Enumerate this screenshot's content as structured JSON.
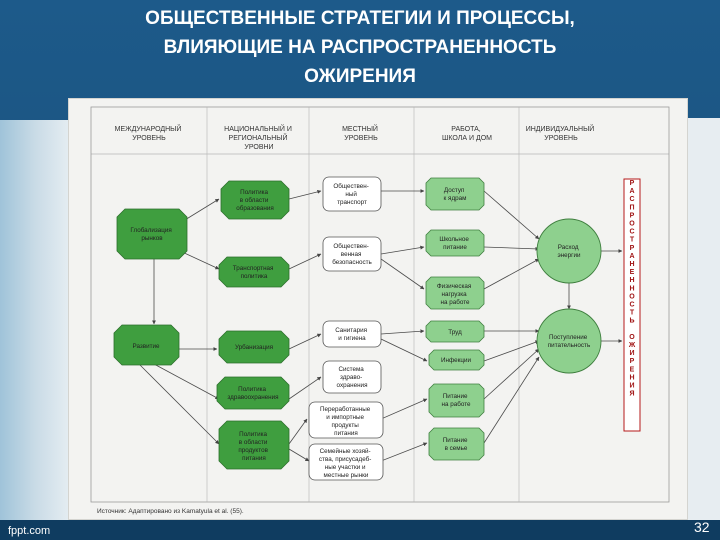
{
  "slide": {
    "title_lines": [
      "ОБЩЕСТВЕННЫЕ СТРАТЕГИИ И ПРОЦЕССЫ,",
      "ВЛИЯЮЩИЕ НА РАСПРОСТРАНЕННОСТЬ",
      "ОЖИРЕНИЯ"
    ],
    "footer_left": "fppt.com",
    "page_number": "32"
  },
  "colors": {
    "node_green": "#3f9e3f",
    "node_green_light": "#8ed08e",
    "node_white": "#ffffff",
    "outcome_red": "#b51a1a",
    "background": "#1b4f7c"
  },
  "diagram": {
    "levels": [
      [
        "МЕЖДУНАРОДНЫЙ",
        "УРОВЕНЬ"
      ],
      [
        "НАЦИОНАЛЬНЫЙ И",
        "РЕГИОНАЛЬНЫЙ",
        "УРОВНИ"
      ],
      [
        "МЕСТНЫЙ",
        "УРОВЕНЬ"
      ],
      [
        "РАБОТА,",
        "ШКОЛА И ДОМ"
      ],
      [
        "ИНДИВИДУАЛЬНЫЙ",
        "УРОВЕНЬ"
      ]
    ],
    "international": [
      [
        "Глобализация",
        "рынков"
      ],
      [
        "Развитие"
      ]
    ],
    "national": [
      [
        "Политика",
        "в области",
        "образования"
      ],
      [
        "Транспортная",
        "политика"
      ],
      [
        "Урбанизация"
      ],
      [
        "Политика",
        "здравоохранения"
      ],
      [
        "Политика",
        "в области",
        "продуктов",
        "питания"
      ]
    ],
    "local": [
      [
        "Обществен-",
        "ный",
        "транспорт"
      ],
      [
        "Обществен-",
        "венная",
        "безопасность"
      ],
      [
        "Санитария",
        "и гигиена"
      ],
      [
        "Система",
        "здраво-",
        "охранения"
      ],
      [
        "Переработанные",
        "и импортные",
        "продукты",
        "питания"
      ],
      [
        "Семейные хозяй-",
        "ства, присусадеб-",
        "ные участки и",
        "местные рынки"
      ]
    ],
    "work": [
      [
        "Доступ",
        "к ядрам"
      ],
      [
        "Школьное",
        "питание"
      ],
      [
        "Физическая",
        "нагрузка",
        "на работе"
      ],
      [
        "Труд"
      ],
      [
        "Инфекции"
      ],
      [
        "Питание",
        "на работе"
      ],
      [
        "Питание",
        "в семье"
      ]
    ],
    "individual": [
      [
        "Расход",
        "энергии"
      ],
      [
        "Поступление",
        "питательность"
      ]
    ],
    "outcome": "РАСПРОСТРАНЕННОСТЬ ОЖИРЕНИЯ",
    "source": "Источник: Адаптировано из Kamatyula et al. (55)."
  }
}
